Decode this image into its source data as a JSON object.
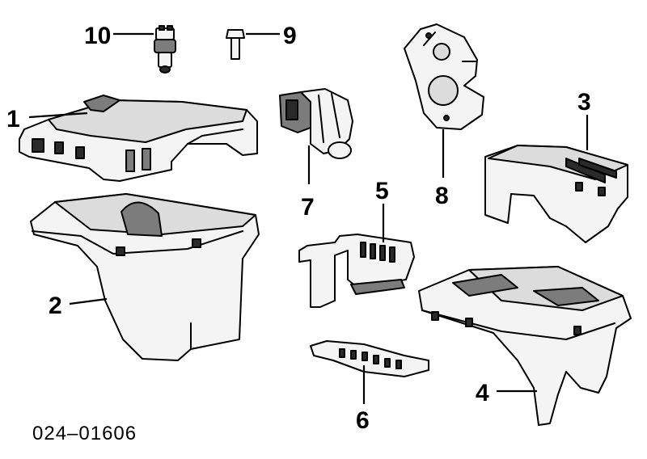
{
  "diagram": {
    "part_number": "024–01606",
    "callouts": [
      "1",
      "2",
      "3",
      "4",
      "5",
      "6",
      "7",
      "8",
      "9",
      "10"
    ]
  }
}
